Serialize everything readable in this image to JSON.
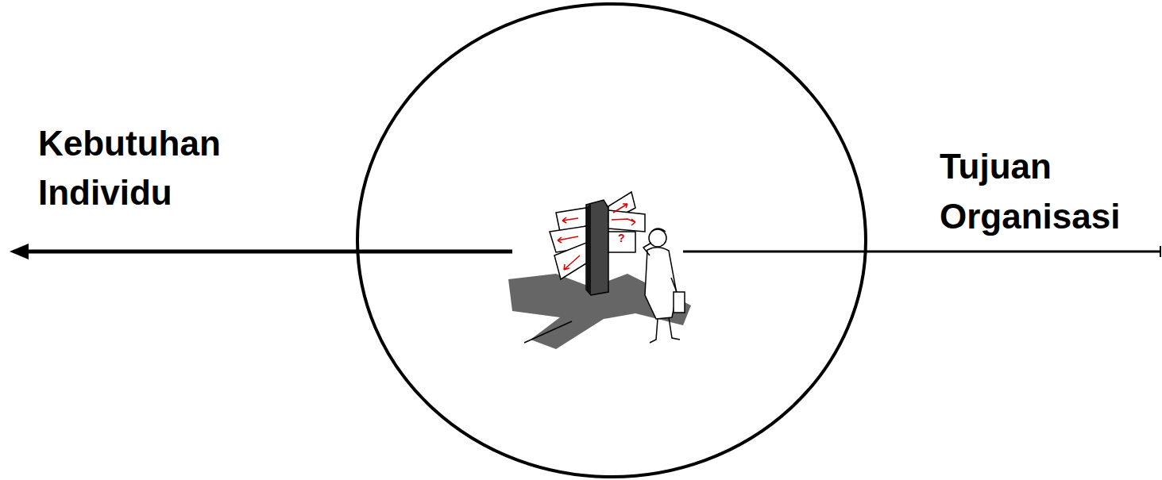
{
  "diagram": {
    "labels": [
      "Kebutuhan Individu",
      "Tujuan Organisasi",
      "?"
    ]
  }
}
